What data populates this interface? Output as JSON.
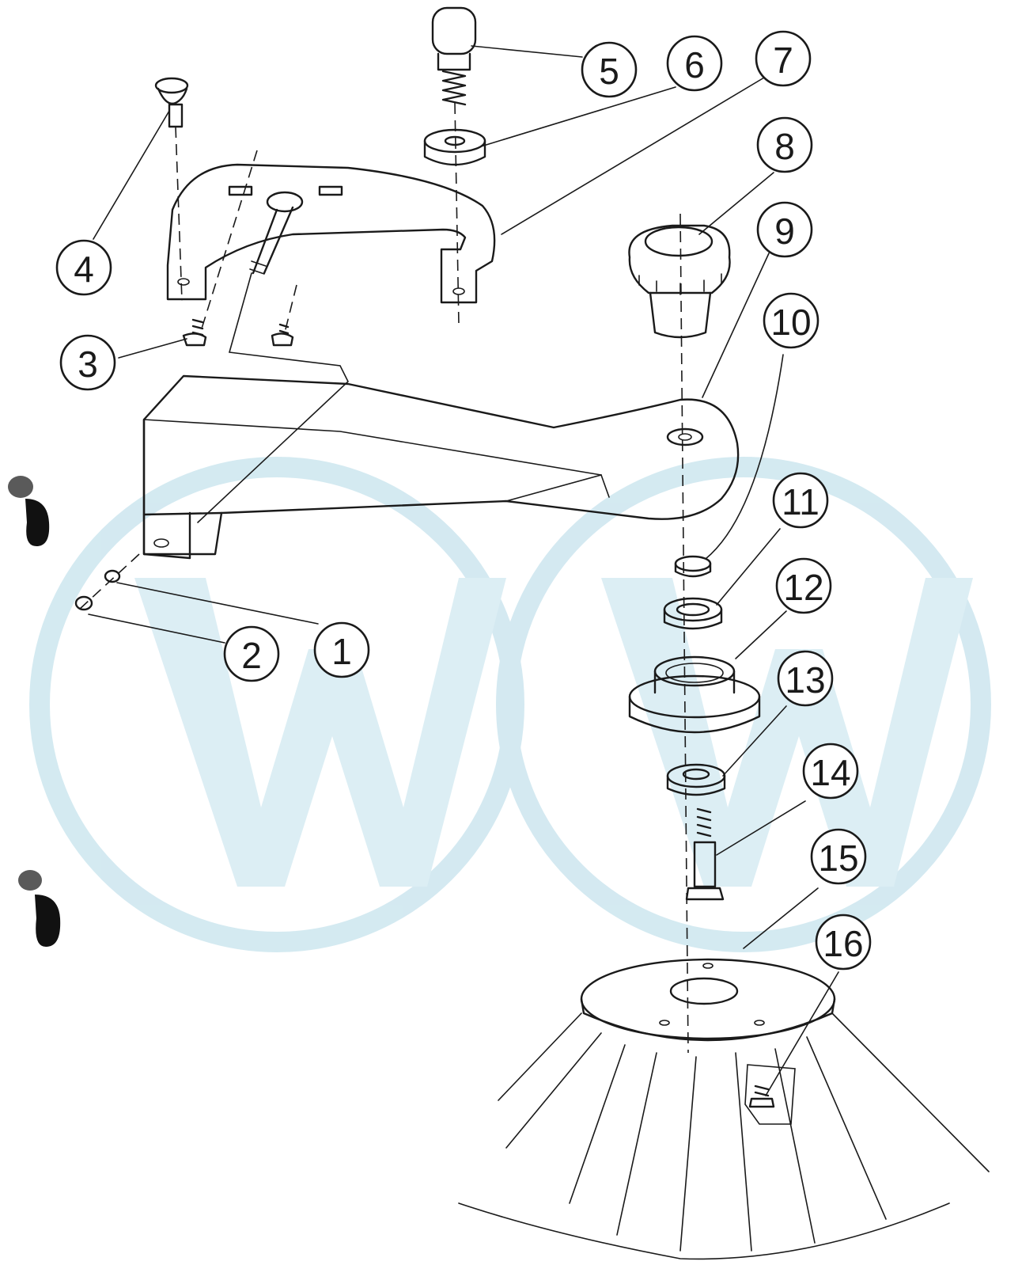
{
  "diagram": {
    "type": "exploded-parts-view",
    "callouts": [
      {
        "label": "1"
      },
      {
        "label": "2"
      },
      {
        "label": "3"
      },
      {
        "label": "4"
      },
      {
        "label": "5"
      },
      {
        "label": "6"
      },
      {
        "label": "7"
      },
      {
        "label": "8"
      },
      {
        "label": "9"
      },
      {
        "label": "10"
      },
      {
        "label": "11"
      },
      {
        "label": "12"
      },
      {
        "label": "13"
      },
      {
        "label": "14"
      },
      {
        "label": "15"
      },
      {
        "label": "16"
      }
    ],
    "colors": {
      "ink": "#1a1a1a",
      "paper": "#ffffff",
      "watermark": "#cde6ef"
    }
  }
}
